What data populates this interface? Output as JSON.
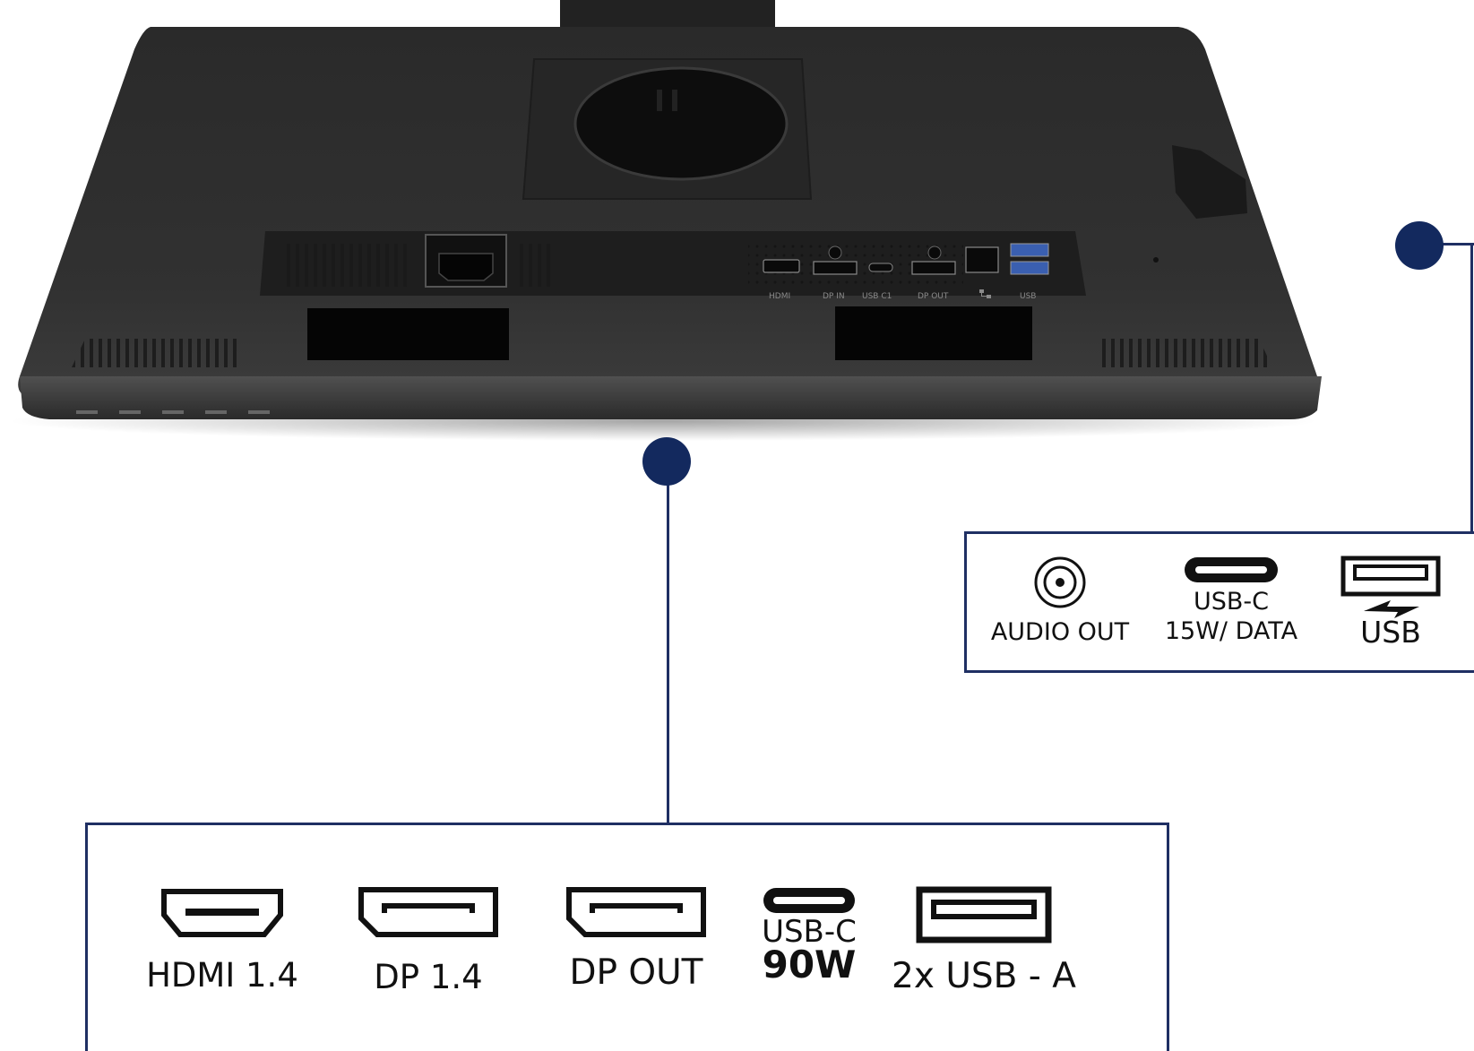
{
  "colors": {
    "accent": "#1f2f63",
    "dot": "#13295e",
    "monitor_body": "#2b2b2b",
    "monitor_edge": "#3a3a3a"
  },
  "monitor": {
    "port_labels": [
      "HDMI",
      "DP IN",
      "USB C1",
      "DP OUT",
      "LAN-icon",
      "USB"
    ]
  },
  "right_panel": {
    "ports": [
      {
        "icon": "audio-jack-icon",
        "lines": [
          "AUDIO OUT"
        ]
      },
      {
        "icon": "usb-c-icon",
        "lines": [
          "USB-C",
          "15W/ DATA"
        ]
      },
      {
        "icon": "usb-a-charge-icon",
        "lines": [
          "USB"
        ]
      }
    ]
  },
  "bottom_panel": {
    "ports": [
      {
        "icon": "hdmi-icon",
        "lines": [
          "HDMI 1.4"
        ]
      },
      {
        "icon": "displayport-icon",
        "lines": [
          "DP 1.4"
        ]
      },
      {
        "icon": "displayport-out-icon",
        "lines": [
          "DP OUT"
        ]
      },
      {
        "icon": "usb-c-icon",
        "lines": [
          "USB-C",
          "90W"
        ]
      },
      {
        "icon": "usb-a-icon",
        "lines": [
          "2x USB - A"
        ]
      }
    ]
  }
}
